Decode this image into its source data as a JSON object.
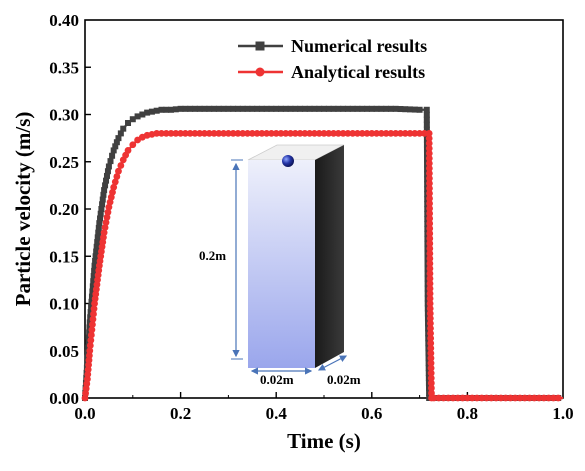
{
  "chart_data": {
    "type": "line",
    "xlabel": "Time (s)",
    "ylabel": "Particle velocity (m/s)",
    "xlim": [
      0.0,
      1.0
    ],
    "ylim": [
      0.0,
      0.4
    ],
    "x_ticks": [
      "0.0",
      "0.2",
      "0.4",
      "0.6",
      "0.8",
      "1.0"
    ],
    "y_ticks": [
      "0.00",
      "0.05",
      "0.10",
      "0.15",
      "0.20",
      "0.25",
      "0.30",
      "0.35",
      "0.40"
    ],
    "legend_position": "top-right",
    "series": [
      {
        "name": "Numerical results",
        "color": "#404040",
        "marker": "square",
        "x": [
          0.0,
          0.01,
          0.02,
          0.03,
          0.04,
          0.05,
          0.06,
          0.07,
          0.08,
          0.09,
          0.1,
          0.11,
          0.12,
          0.13,
          0.14,
          0.15,
          0.16,
          0.18,
          0.2,
          0.25,
          0.3,
          0.35,
          0.4,
          0.45,
          0.5,
          0.55,
          0.6,
          0.65,
          0.7,
          0.715,
          0.717,
          0.72,
          0.73,
          0.8,
          0.9,
          1.0
        ],
        "y": [
          0.0,
          0.08,
          0.14,
          0.185,
          0.22,
          0.245,
          0.262,
          0.275,
          0.285,
          0.291,
          0.295,
          0.298,
          0.3,
          0.302,
          0.303,
          0.304,
          0.305,
          0.305,
          0.306,
          0.306,
          0.306,
          0.306,
          0.306,
          0.306,
          0.306,
          0.306,
          0.306,
          0.306,
          0.305,
          0.305,
          0.1,
          0.0,
          0.0,
          0.0,
          0.0,
          0.0
        ]
      },
      {
        "name": "Analytical results",
        "color": "#ee3333",
        "marker": "circle",
        "x": [
          0.0,
          0.005,
          0.01,
          0.02,
          0.03,
          0.04,
          0.05,
          0.06,
          0.07,
          0.08,
          0.09,
          0.1,
          0.11,
          0.12,
          0.13,
          0.14,
          0.15,
          0.17,
          0.2,
          0.25,
          0.3,
          0.35,
          0.4,
          0.45,
          0.5,
          0.55,
          0.6,
          0.65,
          0.7,
          0.72,
          0.722,
          0.725,
          0.73,
          0.8,
          0.9,
          1.0
        ],
        "y": [
          0.0,
          0.02,
          0.05,
          0.1,
          0.14,
          0.175,
          0.202,
          0.223,
          0.24,
          0.252,
          0.262,
          0.268,
          0.273,
          0.276,
          0.278,
          0.279,
          0.28,
          0.28,
          0.28,
          0.28,
          0.28,
          0.28,
          0.28,
          0.28,
          0.28,
          0.28,
          0.28,
          0.28,
          0.28,
          0.28,
          0.1,
          0.0,
          0.0,
          0.0,
          0.0,
          0.0
        ]
      }
    ],
    "inset": {
      "height_label": "0.2m",
      "width_label": "0.02m",
      "depth_label": "0.02m"
    }
  }
}
